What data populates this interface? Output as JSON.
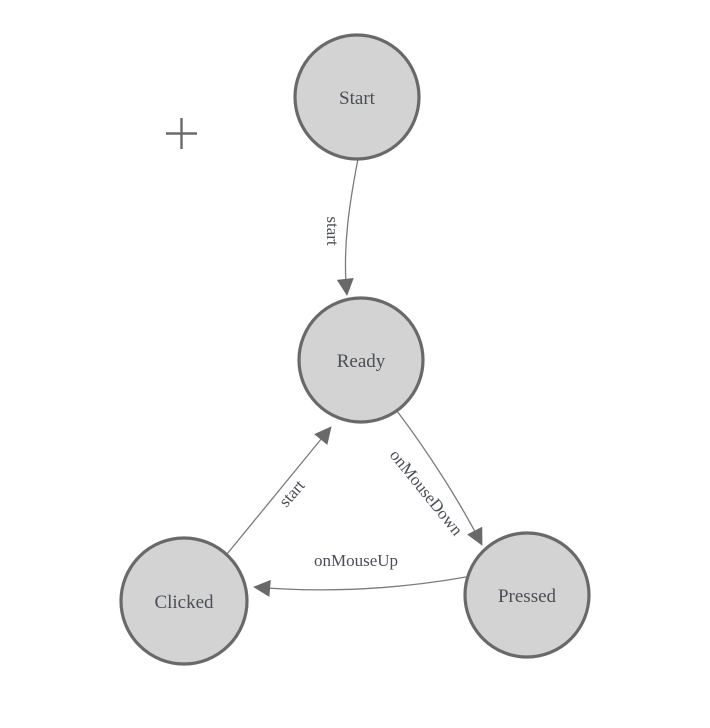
{
  "diagram": {
    "type": "state-machine",
    "nodes": [
      {
        "id": "start",
        "label": "Start"
      },
      {
        "id": "ready",
        "label": "Ready"
      },
      {
        "id": "clicked",
        "label": "Clicked"
      },
      {
        "id": "pressed",
        "label": "Pressed"
      }
    ],
    "edges": [
      {
        "id": "start-to-ready",
        "from": "Start",
        "to": "Ready",
        "label": "start"
      },
      {
        "id": "ready-to-pressed",
        "from": "Ready",
        "to": "Pressed",
        "label": "onMouseDown"
      },
      {
        "id": "pressed-to-clicked",
        "from": "Pressed",
        "to": "Clicked",
        "label": "onMouseUp"
      },
      {
        "id": "clicked-to-ready",
        "from": "Clicked",
        "to": "Ready",
        "label": "start"
      }
    ],
    "icons": {
      "cursor": "crosshair-plus-icon"
    },
    "colors": {
      "background": "#ffffff",
      "node_fill": "#d3d3d3",
      "node_stroke": "#696969",
      "node_text": "#4b4e57",
      "edge_stroke": "#7b7b7b",
      "arrow_fill": "#696969",
      "edge_text": "#4b4e57",
      "crosshair": "#6a6a6a"
    }
  }
}
